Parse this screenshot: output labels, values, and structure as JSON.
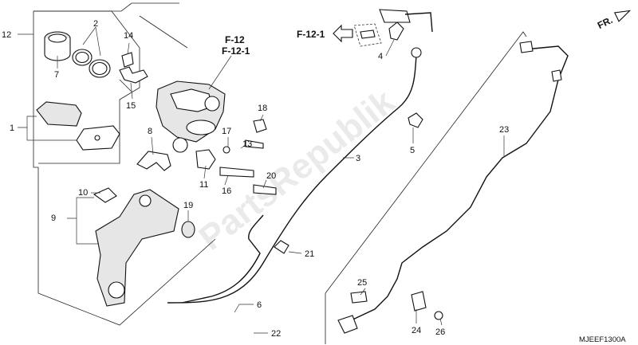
{
  "watermark": "PartsRepublik",
  "diagram_code": "MJEEF1300A",
  "front_marker": "FR.",
  "references": {
    "f12": "F-12",
    "f121": "F-12-1",
    "f121_arrow": "F-12-1"
  },
  "parts": {
    "p1": "1",
    "p2": "2",
    "p3": "3",
    "p4": "4",
    "p5": "5",
    "p6": "6",
    "p7": "7",
    "p8": "8",
    "p9": "9",
    "p10": "10",
    "p11": "11",
    "p12": "12",
    "p13": "13",
    "p14": "14",
    "p15": "15",
    "p16": "16",
    "p17": "17",
    "p18": "18",
    "p19": "19",
    "p20": "20",
    "p21": "21",
    "p22": "22",
    "p23": "23",
    "p24": "24",
    "p25": "25",
    "p26": "26"
  },
  "colors": {
    "line": "#111111",
    "watermark": "#d9d9d9",
    "background": "#ffffff"
  }
}
